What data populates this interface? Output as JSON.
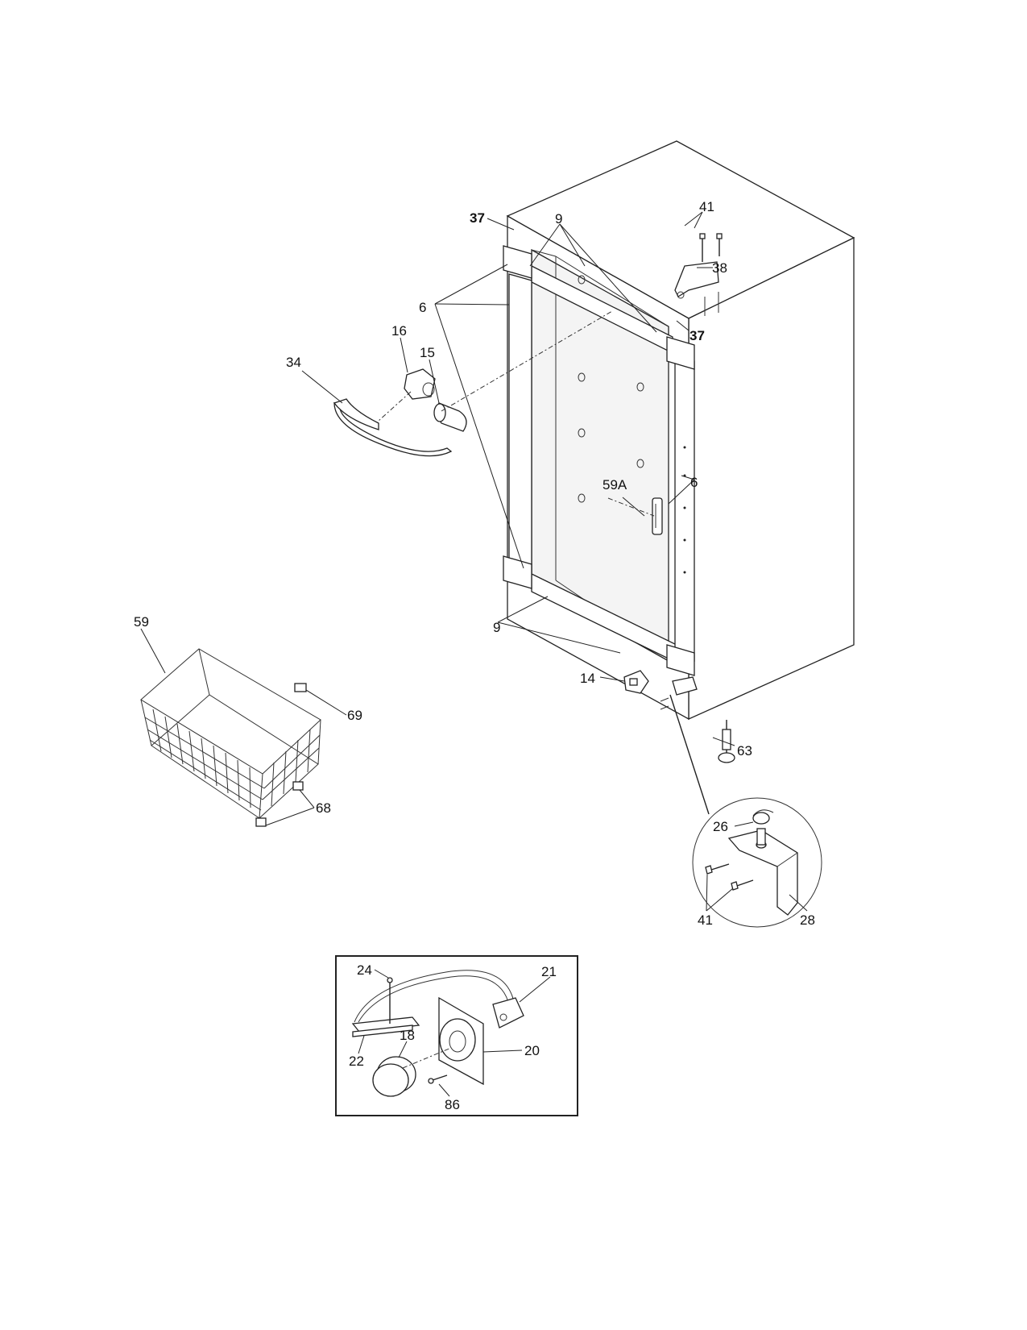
{
  "callouts": {
    "c37a": "37",
    "c9a": "9",
    "c41a": "41",
    "c38": "38",
    "c6a": "6",
    "c37b": "37",
    "c16": "16",
    "c15": "15",
    "c34": "34",
    "c59a": "59A",
    "c6b": "6",
    "c59": "59",
    "c9b": "9",
    "c14": "14",
    "c69": "69",
    "c63": "63",
    "c68": "68",
    "c26": "26",
    "c41b": "41",
    "c28": "28",
    "c24": "24",
    "c21": "21",
    "c18": "18",
    "c22": "22",
    "c20": "20",
    "c86": "86"
  }
}
